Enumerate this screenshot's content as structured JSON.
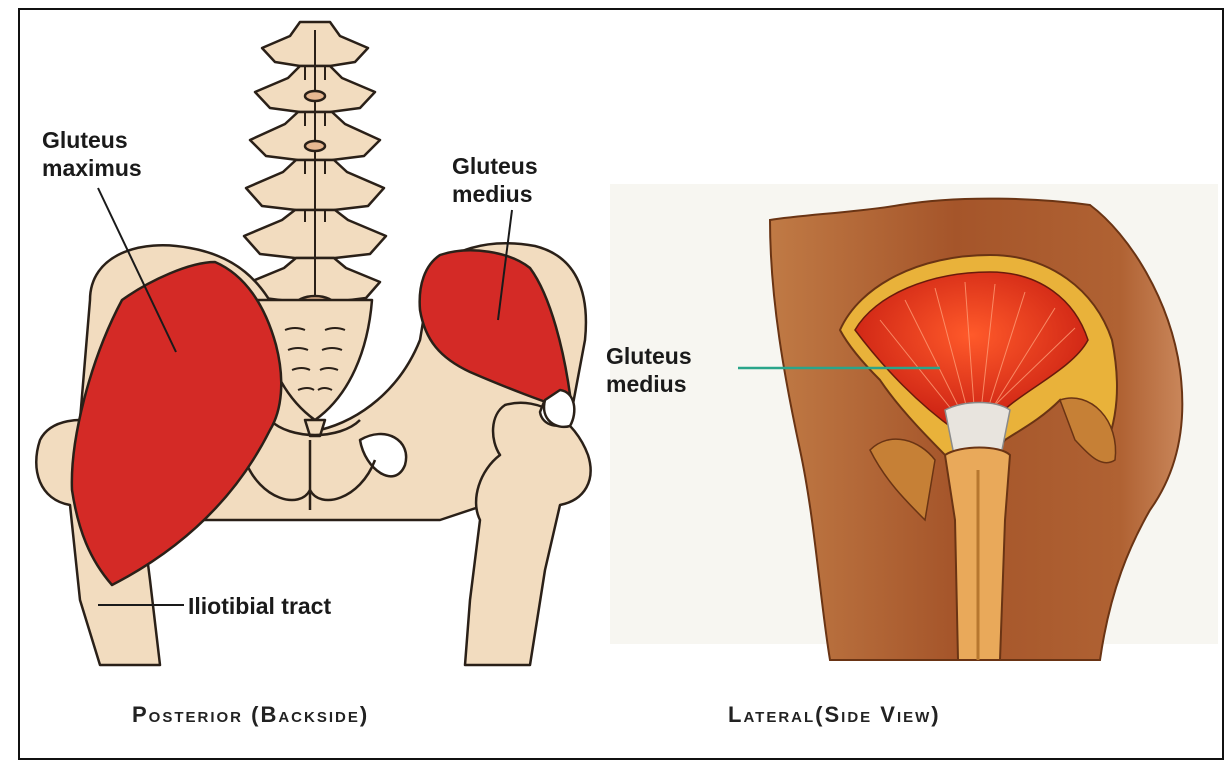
{
  "posterior": {
    "label_gmax_line1": "Gluteus",
    "label_gmax_line2": "maximus",
    "label_gmed_line1": "Gluteus",
    "label_gmed_line2": "medius",
    "label_itb": "Iliotibial tract",
    "caption": "Posterior (Backside)"
  },
  "lateral": {
    "label_gmed_line1": "Gluteus",
    "label_gmed_line2": "medius",
    "caption": "Lateral(Side View)"
  },
  "colors": {
    "bone": "#f2dcbf",
    "bone_outline": "#2a2018",
    "muscle_red": "#d42a26",
    "skin": "#a85a2a",
    "pointer_teal": "#2aa58a"
  }
}
